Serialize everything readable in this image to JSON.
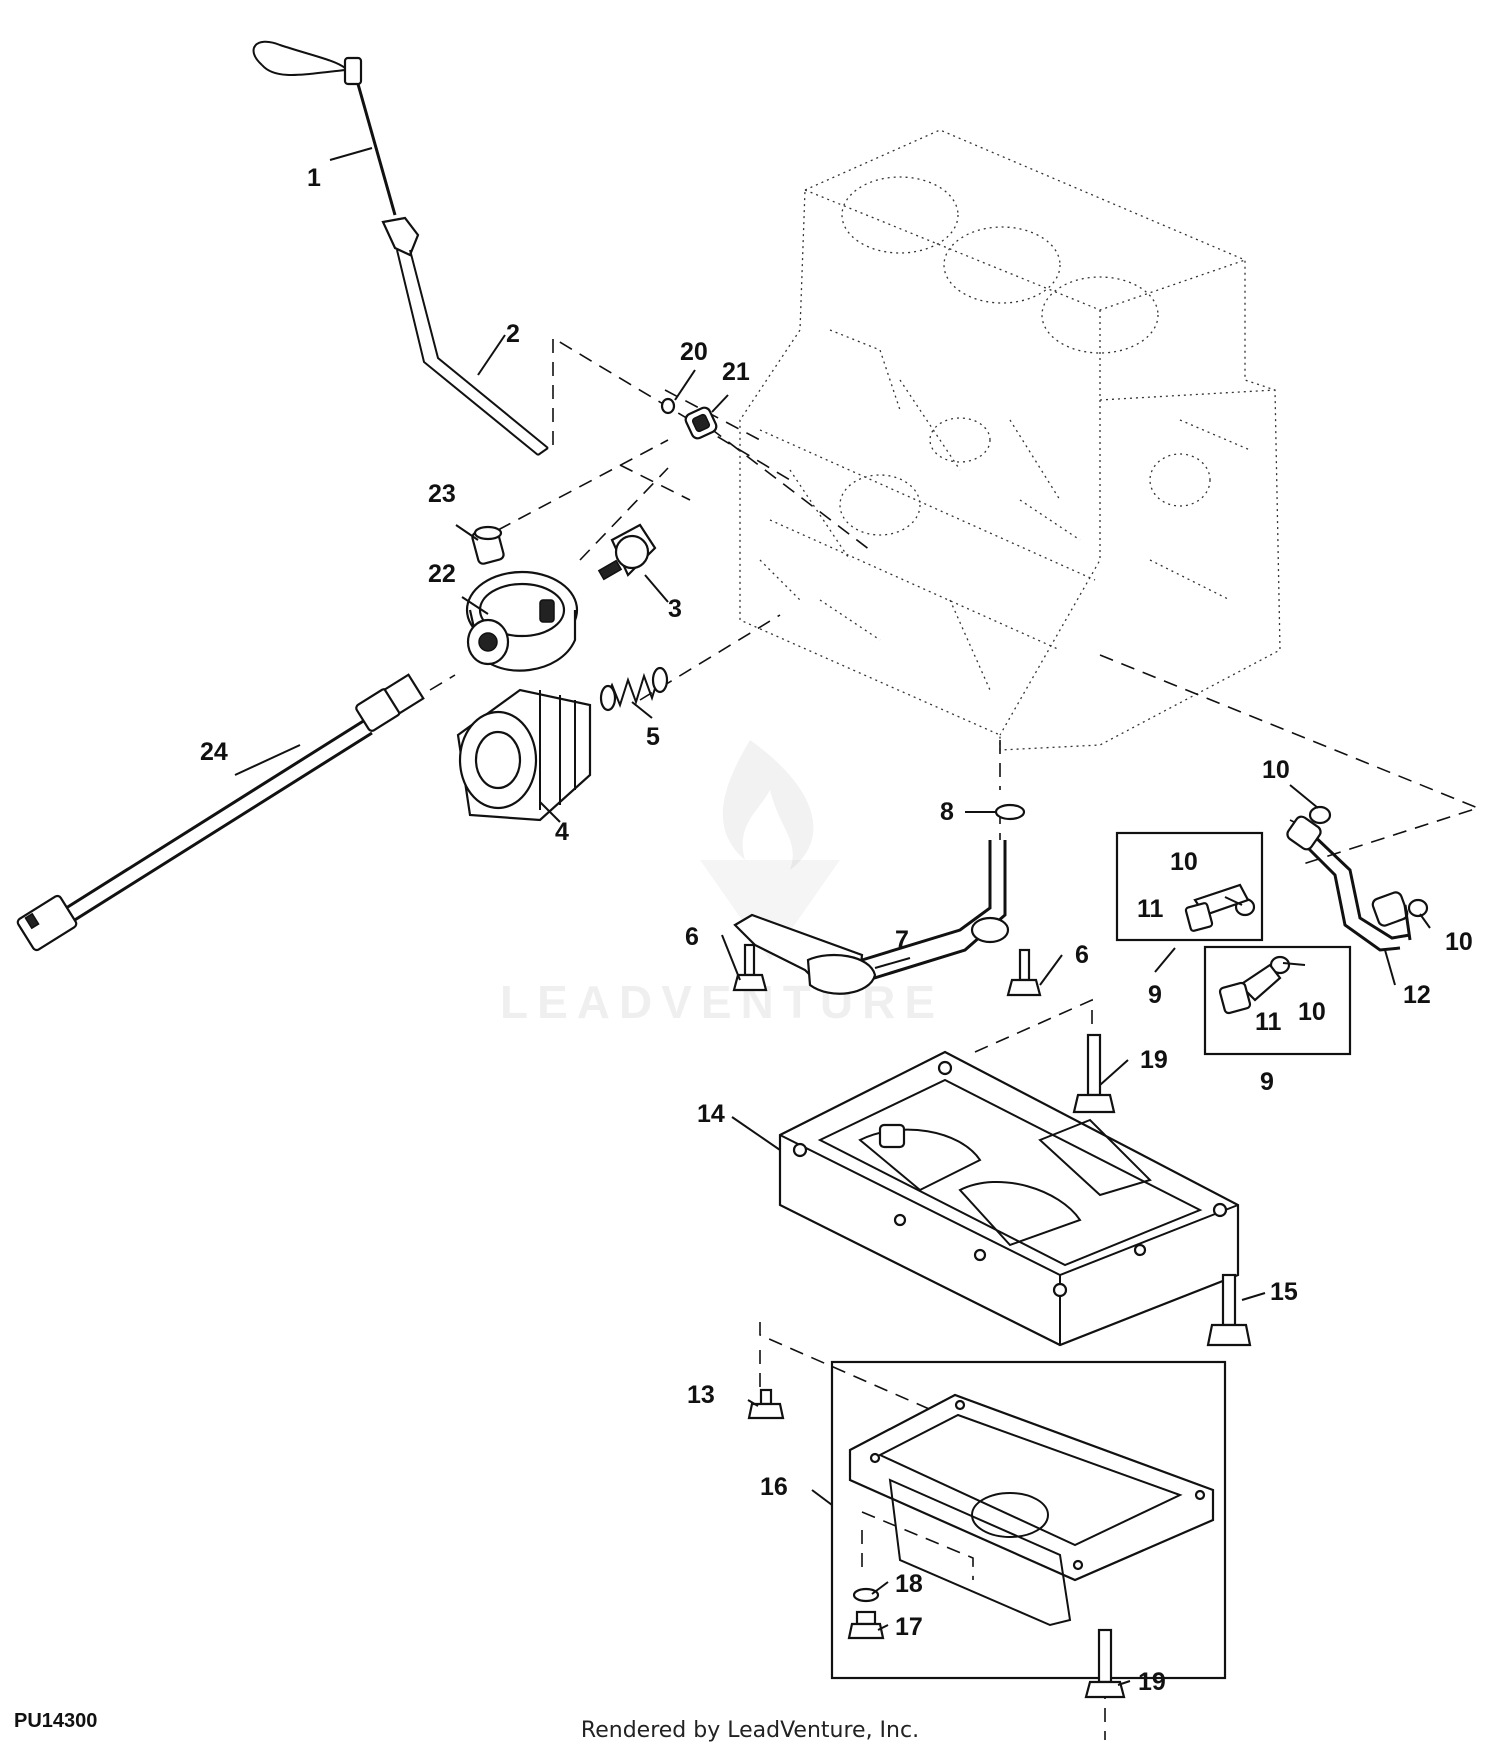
{
  "figure_id": "PU14300",
  "footer_text": "Rendered by LeadVenture, Inc.",
  "watermark_text": "LEADVENTURE",
  "callouts": [
    {
      "id": "c1",
      "label": "1"
    },
    {
      "id": "c2",
      "label": "2"
    },
    {
      "id": "c20",
      "label": "20"
    },
    {
      "id": "c21",
      "label": "21"
    },
    {
      "id": "c23",
      "label": "23"
    },
    {
      "id": "c22",
      "label": "22"
    },
    {
      "id": "c3",
      "label": "3"
    },
    {
      "id": "c5",
      "label": "5"
    },
    {
      "id": "c24",
      "label": "24"
    },
    {
      "id": "c4",
      "label": "4"
    },
    {
      "id": "c8",
      "label": "8"
    },
    {
      "id": "c7",
      "label": "7"
    },
    {
      "id": "c6a",
      "label": "6"
    },
    {
      "id": "c6b",
      "label": "6"
    },
    {
      "id": "c10a",
      "label": "10"
    },
    {
      "id": "c10b",
      "label": "10"
    },
    {
      "id": "c11a",
      "label": "11"
    },
    {
      "id": "c10c",
      "label": "10"
    },
    {
      "id": "c9a",
      "label": "9"
    },
    {
      "id": "c12",
      "label": "12"
    },
    {
      "id": "c11b",
      "label": "11"
    },
    {
      "id": "c10d",
      "label": "10"
    },
    {
      "id": "c9b",
      "label": "9"
    },
    {
      "id": "c19a",
      "label": "19"
    },
    {
      "id": "c14",
      "label": "14"
    },
    {
      "id": "c15",
      "label": "15"
    },
    {
      "id": "c13",
      "label": "13"
    },
    {
      "id": "c16",
      "label": "16"
    },
    {
      "id": "c18",
      "label": "18"
    },
    {
      "id": "c17",
      "label": "17"
    },
    {
      "id": "c19b",
      "label": "19"
    }
  ]
}
